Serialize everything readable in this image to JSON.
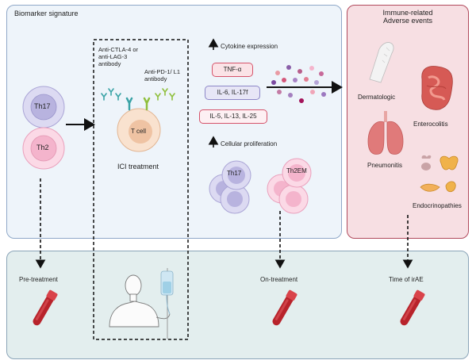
{
  "panels": {
    "biomarker_title": "Biomarker signature",
    "irae_title_line1": "Immune-related",
    "irae_title_line2": "Adverse events"
  },
  "cells": {
    "th17": "Th17",
    "th2": "Th2",
    "t_cell": "T cell",
    "th17_cluster": "Th17",
    "th2em_cluster": "Th2EM"
  },
  "antibodies": {
    "anti_ctla4": "Anti-CTLA-4 or anti-LAG-3 antibody",
    "anti_pd1": "Anti-PD-1/ L1 antibody"
  },
  "ici_label": "ICI treatment",
  "cytokines": {
    "header": "Cytokine expression",
    "items": [
      "TNF-α",
      "IL-6, IL-17f",
      "IL-5, IL-13, IL-25"
    ]
  },
  "proliferation_header": "Cellular proliferation",
  "adverse_events": {
    "dermatologic": "Dermatologic",
    "enterocolitis": "Enterocolitis",
    "pneumonitis": "Pneumonitis",
    "endocrinopathies": "Endocrinopathies"
  },
  "timeline": {
    "pre": "Pre-treatment",
    "on": "On-treatment",
    "irae": "Time of irAE"
  },
  "colors": {
    "blue_panel": "#eef4fa",
    "pink_panel": "#f7dfe3",
    "timeline_panel": "#e3eeee",
    "th17": "#c9c6e8",
    "th2": "#f7c6d8",
    "tcell": "#f6d3b8",
    "tube_red": "#b8232b"
  }
}
